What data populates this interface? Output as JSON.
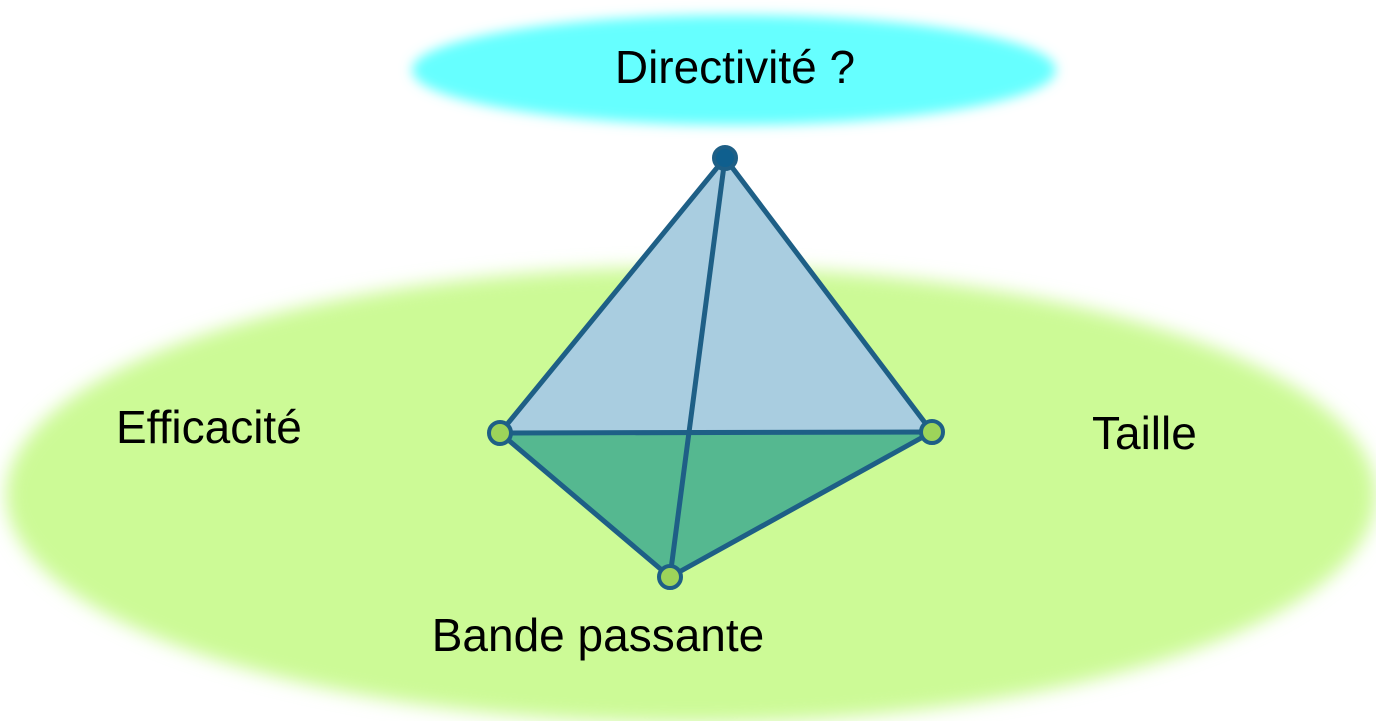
{
  "labels": {
    "top": "Directivité ?",
    "left": "Efficacité",
    "right": "Taille",
    "bottom": "Bande passante"
  },
  "colors": {
    "base_ellipse": "#ccfa96",
    "top_ellipse": "#66ffff",
    "upper_face": "#a9cde0",
    "lower_face": "#55b890",
    "edge": "#1e5f86",
    "apex_dot": "#0f5f8e",
    "base_dot": "#9dd45a"
  }
}
